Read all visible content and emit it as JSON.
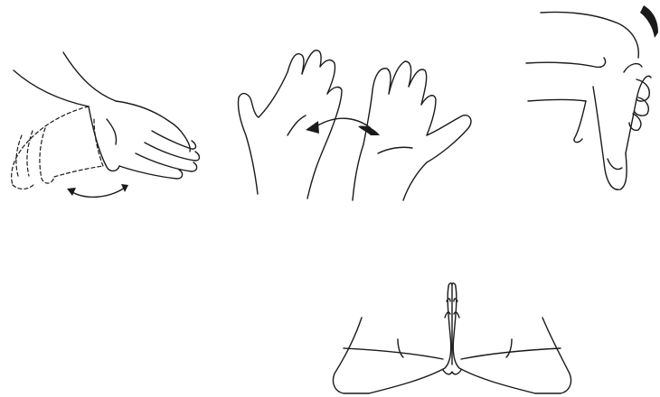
{
  "figure": {
    "illustrations": [
      {
        "id": "wrist-flexion-extension",
        "icon": "hand-wrist-movement-icon"
      },
      {
        "id": "forearm-rotation",
        "icon": "hands-rotation-icon"
      },
      {
        "id": "finger-stretch",
        "icon": "finger-stretch-icon"
      },
      {
        "id": "prayer-stretch",
        "icon": "prayer-hands-icon"
      }
    ],
    "colors": {
      "ink": "#1a1a1a",
      "background": "#ffffff"
    }
  }
}
